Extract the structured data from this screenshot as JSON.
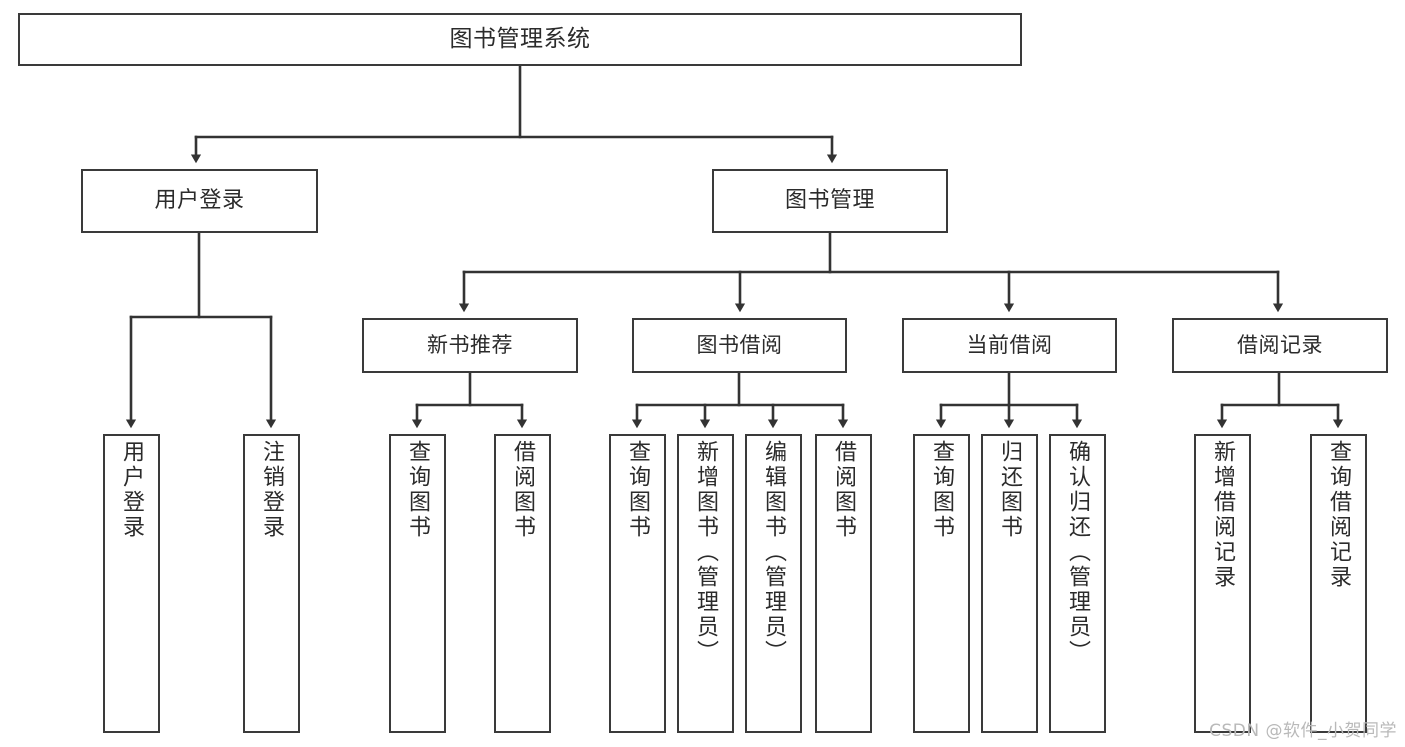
{
  "diagram": {
    "type": "tree-hierarchy-chart",
    "title": "图书管理系统",
    "orientation": "top-down",
    "colors": {
      "box_border": "#3a3a3a",
      "box_fill": "#ffffff",
      "connector": "#333333",
      "text": "#2b2b2b",
      "watermark": "#b9b9b9"
    },
    "nodes": {
      "root": {
        "label": "图书管理系统",
        "level": 1
      },
      "level2": [
        {
          "id": "user-login",
          "label": "用户登录",
          "level": 2
        },
        {
          "id": "book-manage",
          "label": "图书管理",
          "level": 2
        }
      ],
      "level3": [
        {
          "id": "new-book-recommend",
          "label": "新书推荐",
          "level": 3,
          "parent": "book-manage"
        },
        {
          "id": "book-borrow",
          "label": "图书借阅",
          "level": 3,
          "parent": "book-manage"
        },
        {
          "id": "current-borrow",
          "label": "当前借阅",
          "level": 3,
          "parent": "book-manage"
        },
        {
          "id": "borrow-record",
          "label": "借阅记录",
          "level": 3,
          "parent": "book-manage"
        }
      ],
      "leaves": [
        {
          "id": "leaf-user-login",
          "label": "用户登录",
          "parent": "user-login"
        },
        {
          "id": "leaf-logout",
          "label": "注销登录",
          "parent": "user-login"
        },
        {
          "id": "leaf-query-book-1",
          "label": "查询图书",
          "parent": "new-book-recommend"
        },
        {
          "id": "leaf-borrow-book-1",
          "label": "借阅图书",
          "parent": "new-book-recommend"
        },
        {
          "id": "leaf-query-book-2",
          "label": "查询图书",
          "parent": "book-borrow"
        },
        {
          "id": "leaf-add-book",
          "label": "新增图书（管理员）",
          "parent": "book-borrow"
        },
        {
          "id": "leaf-edit-book",
          "label": "编辑图书（管理员）",
          "parent": "book-borrow"
        },
        {
          "id": "leaf-borrow-book-2",
          "label": "借阅图书",
          "parent": "book-borrow"
        },
        {
          "id": "leaf-query-book-3",
          "label": "查询图书",
          "parent": "current-borrow"
        },
        {
          "id": "leaf-return-book",
          "label": "归还图书",
          "parent": "current-borrow"
        },
        {
          "id": "leaf-confirm-return",
          "label": "确认归还（管理员）",
          "parent": "current-borrow"
        },
        {
          "id": "leaf-add-record",
          "label": "新增借阅记录",
          "parent": "borrow-record"
        },
        {
          "id": "leaf-query-record",
          "label": "查询借阅记录",
          "parent": "borrow-record"
        }
      ]
    }
  },
  "watermark": {
    "text": "CSDN @软件_小贺同学"
  }
}
